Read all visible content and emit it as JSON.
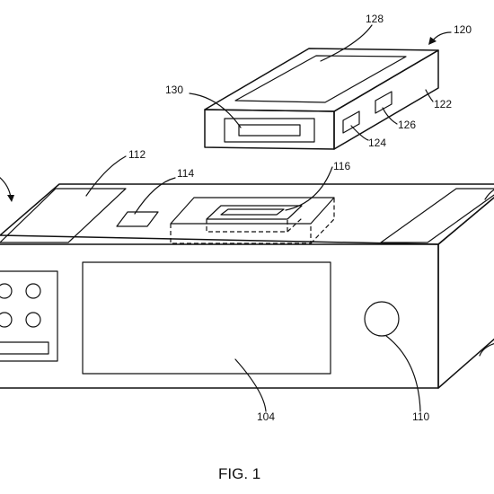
{
  "figure": {
    "caption": "FIG. 1",
    "labels": {
      "portable_device": "120",
      "device_top_display": "128",
      "device_side_face": "122",
      "device_connector": "130",
      "device_port_a": "124",
      "device_port_b": "126",
      "base_top_panel_left": "112",
      "base_slot": "114",
      "base_dock_connector": "116",
      "base_front_display": "104",
      "base_knob": "110"
    }
  }
}
